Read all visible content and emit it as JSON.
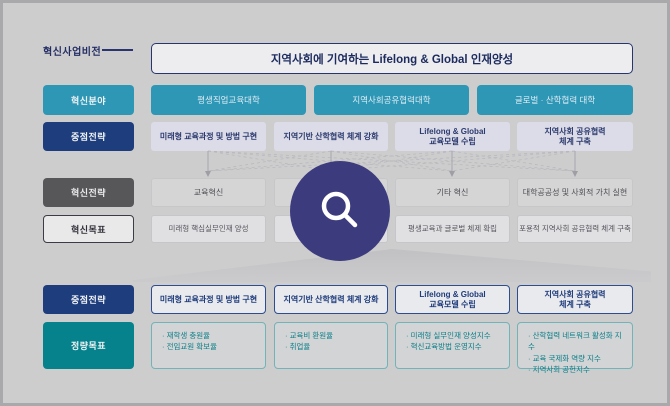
{
  "vision": {
    "label": "혁신사업비전",
    "title": "지역사회에 기여하는 Lifelong & Global 인재양성"
  },
  "rows": {
    "fields": {
      "label": "혁신분야",
      "boxes": [
        "평생직업교육대학",
        "지역사회공유협력대학",
        "글로벌 · 산학협력 대학"
      ]
    },
    "strategy_top": {
      "label": "중점전략",
      "boxes": [
        "미래형 교육과정 및 방법 구현",
        "지역기반 산학협력 체계 강화",
        "Lifelong & Global\n교육모델 수립",
        "지역사회 공유협력\n체계 구축"
      ]
    },
    "innovation_strategy": {
      "label": "혁신전략",
      "boxes": [
        "교육혁신",
        "",
        "기타 혁신",
        "대학공공성 및 사회적 가치 실현"
      ]
    },
    "innovation_goal": {
      "label": "혁신목표",
      "boxes": [
        "미래형 핵심실무인재 양성",
        "",
        "평생교육과 글로벌 체제 확립",
        "포용적 지역사회 공유협력 체계 구축"
      ]
    },
    "strategy_bottom": {
      "label": "중점전략",
      "boxes": [
        "미래형 교육과정 및 방법 구현",
        "지역기반 산학협력 체계 강화",
        "Lifelong & Global\n교육모델 수립",
        "지역사회 공유협력\n체계 구축"
      ]
    },
    "quant_goal": {
      "label": "정량목표",
      "bullets": [
        [
          "재학생 충원율",
          "전임교원 확보율"
        ],
        [
          "교육비 환원율",
          "취업율"
        ],
        [
          "미래형 실무인재 양성지수",
          "혁신교육방법 운영지수"
        ],
        [
          "산학협력 네트워크 활성화 지수",
          "교육 국제화 역량 지수",
          "지역사회 공헌지수"
        ]
      ]
    }
  },
  "icons": {
    "magnifier": "search-icon"
  },
  "colors": {
    "navy": "#1d3d7d",
    "teal": "#2e97b6",
    "dark_teal": "#06828c",
    "label_gray": "#57575a",
    "circle_indigo": "#3c3b7e",
    "background": "#cdcdce"
  }
}
